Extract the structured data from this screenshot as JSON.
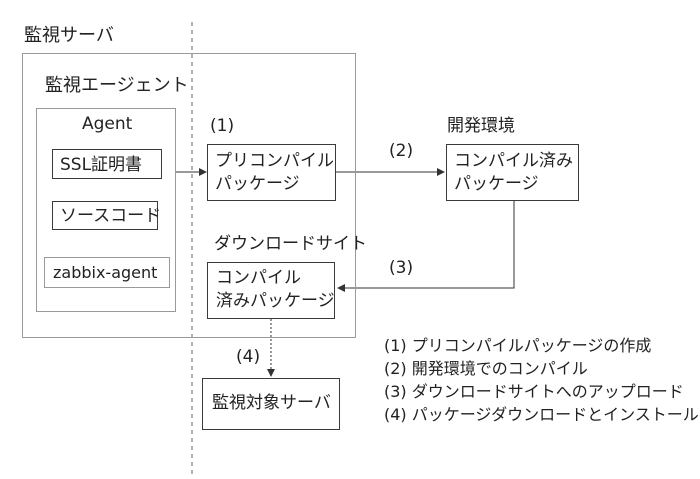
{
  "server_title": "監視サーバ",
  "agent_group_title": "監視エージェント",
  "agent_box": {
    "title": "Agent",
    "items": [
      "SSL証明書",
      "ソースコード",
      "zabbix-agent"
    ]
  },
  "steps": {
    "s1": "(1)",
    "s2": "(2)",
    "s3": "(3)",
    "s4": "(4)"
  },
  "precompile_box": {
    "line1": "プリコンパイル",
    "line2": "パッケージ"
  },
  "dev_env": {
    "title": "開発環境",
    "line1": "コンパイル済み",
    "line2": "パッケージ"
  },
  "download_site": {
    "title": "ダウンロードサイト",
    "line1": "コンパイル",
    "line2": "済みパッケージ"
  },
  "target_server": "監視対象サーバ",
  "legend": [
    "(1) プリコンパイルパッケージの作成",
    "(2) 開発環境でのコンパイル",
    "(3) ダウンロードサイトへのアップロード",
    "(4) パッケージダウンロードとインストール"
  ]
}
